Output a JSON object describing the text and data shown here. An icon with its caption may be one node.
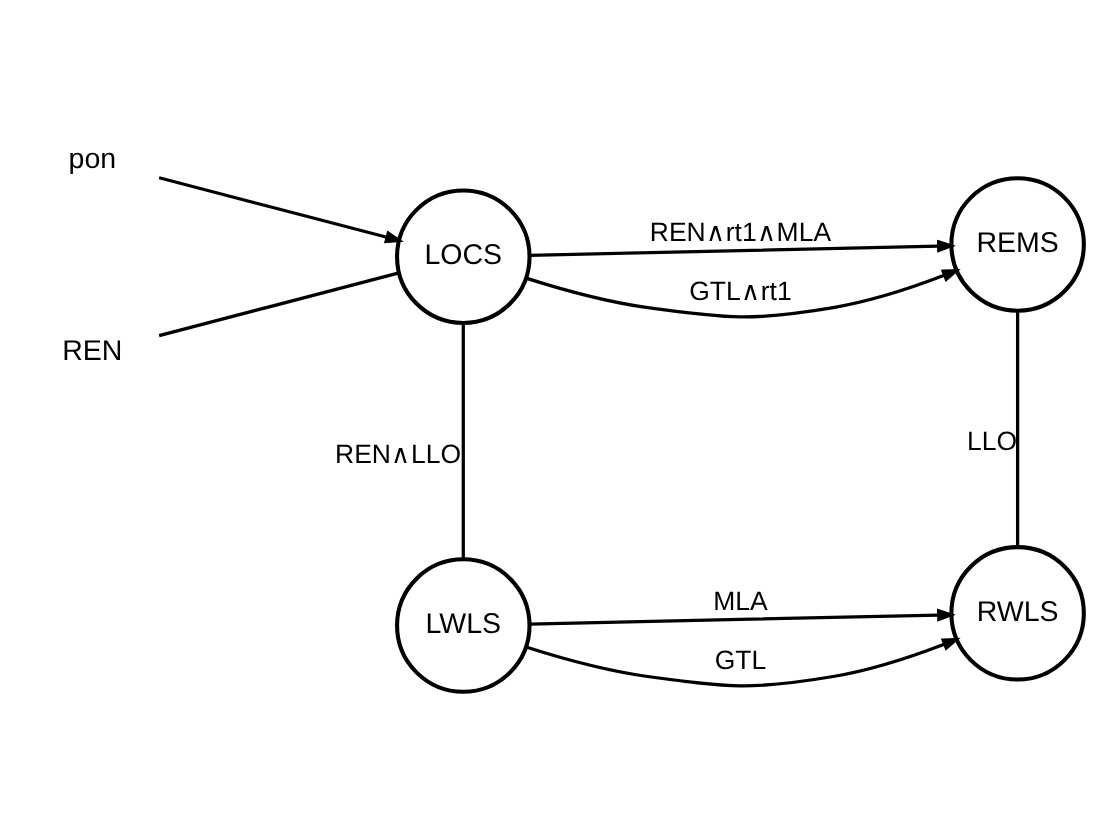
{
  "diagram": {
    "nodes": [
      {
        "text": [
          "LOCS"
        ]
      },
      {
        "text": [
          "REMS"
        ]
      },
      {
        "text": [
          "LWLS"
        ]
      },
      {
        "text": [
          "RWLS"
        ]
      },
      {
        "text": [
          "pon"
        ]
      },
      {
        "text": [
          "REN"
        ]
      }
    ],
    "edges": [
      {
        "from": 0,
        "to": 1,
        "arrow": "to",
        "label": "REN∧rt1∧MLA"
      },
      {
        "from": 0,
        "to": 1,
        "arrow": "to",
        "label": "GTL∧rt1"
      },
      {
        "from": 0,
        "to": 2,
        "arrow": "none",
        "label": "REN∧LLO"
      },
      {
        "from": 1,
        "to": 3,
        "arrow": "none",
        "label": "LLO"
      },
      {
        "from": 2,
        "to": 3,
        "arrow": "to",
        "label": "MLA"
      },
      {
        "from": 2,
        "to": 3,
        "arrow": "to",
        "label": "GTL"
      },
      {
        "from": 4,
        "to": 0,
        "arrow": "to"
      },
      {
        "from": 5,
        "to": 0,
        "arrow": "none"
      }
    ]
  }
}
